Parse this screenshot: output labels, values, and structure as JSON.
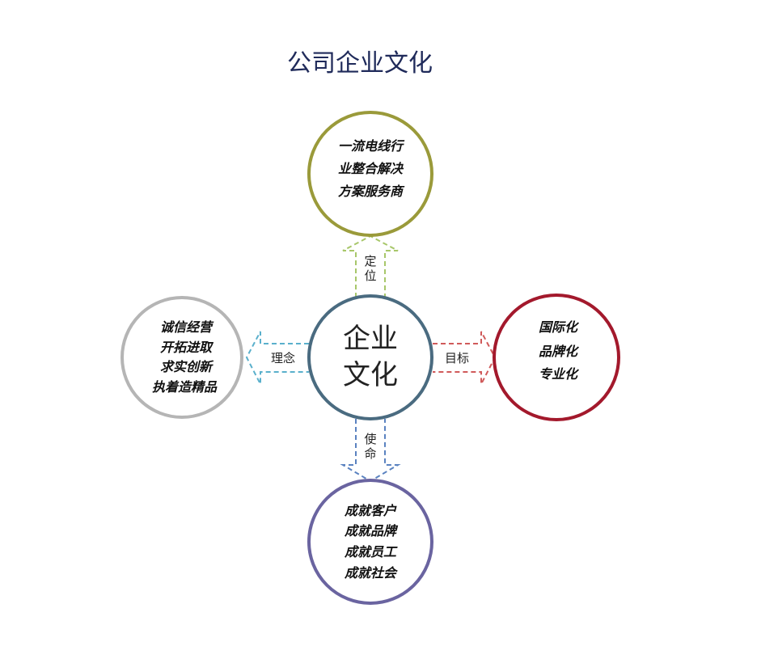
{
  "title": "公司企业文化",
  "center": {
    "lines": [
      "企业",
      "文化"
    ],
    "color": "#4a6b80"
  },
  "branches": {
    "top": {
      "label": "定位",
      "lines": [
        "一流电线行",
        "业整合解决",
        "方案服务商"
      ],
      "circle_color": "#9a9a3a",
      "arrow_color": "#a8c76a"
    },
    "right": {
      "label": "目标",
      "lines": [
        "国际化",
        "品牌化",
        "专业化"
      ],
      "circle_color": "#a3192c",
      "arrow_color": "#d05a5a"
    },
    "left": {
      "label": "理念",
      "lines": [
        "诚信经营",
        "开拓进取",
        "求实创新",
        "执着造精品"
      ],
      "circle_color": "#b5b5b5",
      "arrow_color": "#5ab0cc"
    },
    "bottom": {
      "label": "使命",
      "lines": [
        "成就客户",
        "成就品牌",
        "成就员工",
        "成就社会"
      ],
      "circle_color": "#6a64a0",
      "arrow_color": "#5a82c0"
    }
  }
}
